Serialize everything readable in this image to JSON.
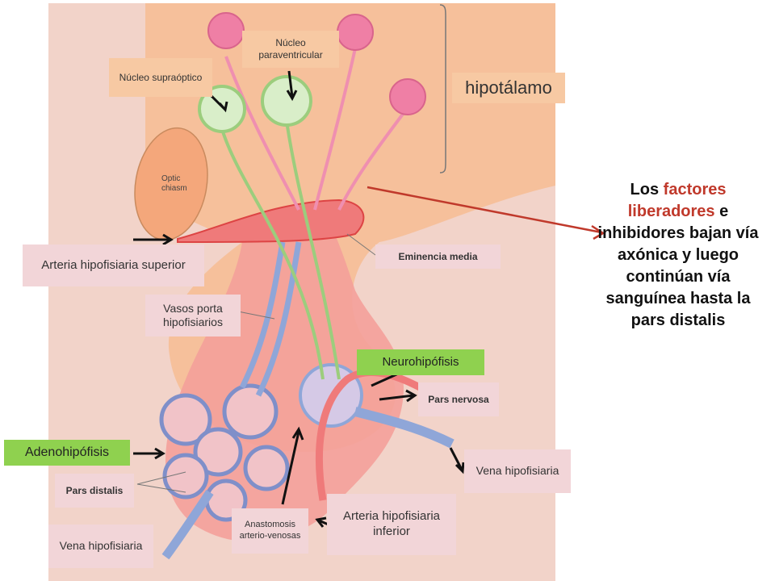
{
  "labels": {
    "paraventricular": "Núcleo paraventricular",
    "supraoptic": "Núcleo supraóptico",
    "hypothalamus": "hipotálamo",
    "optic_chiasm": "Optic chiasm",
    "median_eminence": "Eminencia media",
    "superior_artery": "Arteria hipofisiaria superior",
    "portal_vessels": "Vasos porta hipofisiarios",
    "neurohypophysis": "Neurohipófisis",
    "pars_nervosa": "Pars nervosa",
    "adenohypophysis": "Adenohipófisis",
    "pars_distalis": "Pars distalis",
    "vein_right": "Vena hipofisiaria",
    "vein_left": "Vena hipofisiaria",
    "anastomosis": "Anastomosis arterio-venosas",
    "inferior_artery": "Arteria hipofisiaria inferior"
  },
  "explanation": {
    "part1": "Los ",
    "hl1": "factores liberadores",
    "part2": " e inhibidores bajan vía axónica y luego continúan vía sanguínea hasta la pars distalis"
  },
  "colors": {
    "background_panel": "#f2d3c9",
    "hypothalamus_fill": "#f7b98b",
    "neuron_pink": "#ef7fa5",
    "neuron_green": "#b7dca0",
    "vessel_red": "#ef7a7a",
    "vessel_blue": "#8fa6d8",
    "highlight_red": "#c0392b"
  }
}
